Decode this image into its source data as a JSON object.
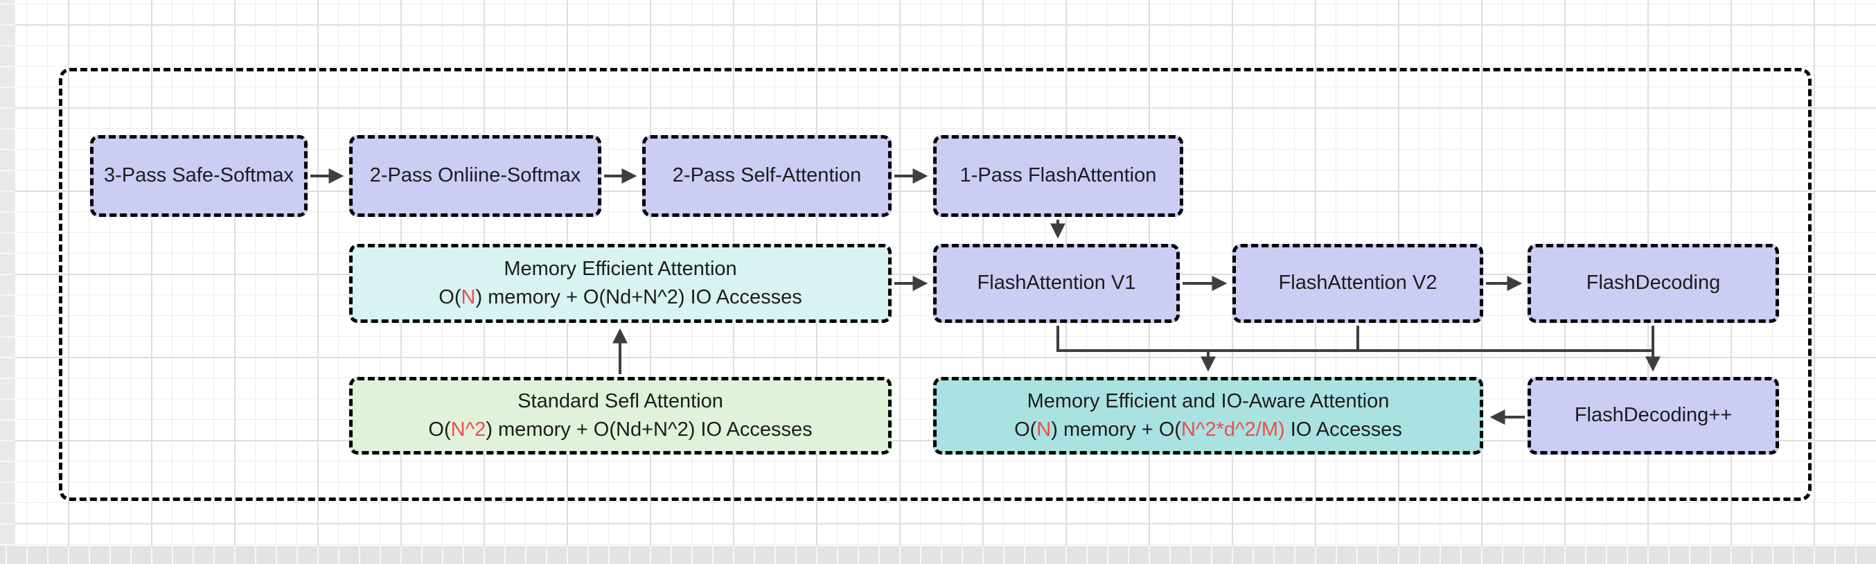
{
  "diagram": {
    "nodes": {
      "safe_softmax": {
        "label": "3-Pass Safe-Softmax"
      },
      "online_softmax": {
        "label": "2-Pass Onliine-Softmax"
      },
      "self_attention_2pass": {
        "label": "2-Pass Self-Attention"
      },
      "flash_attention_1pass": {
        "label": "1-Pass FlashAttention"
      },
      "memory_efficient_attention": {
        "title": "Memory Efficient Attention",
        "formula": [
          {
            "text": "O(",
            "color": "default"
          },
          {
            "text": "N",
            "color": "red"
          },
          {
            "text": ") memory + O(Nd+N^2) IO Accesses",
            "color": "default"
          }
        ]
      },
      "flash_attention_v1": {
        "label": "FlashAttention V1"
      },
      "flash_attention_v2": {
        "label": "FlashAttention V2"
      },
      "flash_decoding": {
        "label": "FlashDecoding"
      },
      "standard_self_attention": {
        "title": "Standard Sefl Attention",
        "formula": [
          {
            "text": "O(",
            "color": "default"
          },
          {
            "text": "N^2",
            "color": "red"
          },
          {
            "text": ") memory + O(Nd+N^2) IO Accesses",
            "color": "default"
          }
        ]
      },
      "memory_efficient_io_aware": {
        "title": "Memory Efficient and IO-Aware Attention",
        "formula": [
          {
            "text": "O(",
            "color": "default"
          },
          {
            "text": "N",
            "color": "red"
          },
          {
            "text": ") memory + O(",
            "color": "default"
          },
          {
            "text": "N^2*d^2/M)",
            "color": "red"
          },
          {
            "text": " IO Accesses",
            "color": "default"
          }
        ]
      },
      "flash_decoding_pp": {
        "label": "FlashDecoding++"
      }
    },
    "edges": [
      {
        "from": "safe_softmax",
        "to": "online_softmax"
      },
      {
        "from": "online_softmax",
        "to": "self_attention_2pass"
      },
      {
        "from": "self_attention_2pass",
        "to": "flash_attention_1pass"
      },
      {
        "from": "flash_attention_1pass",
        "to": "flash_attention_v1"
      },
      {
        "from": "memory_efficient_attention",
        "to": "flash_attention_v1"
      },
      {
        "from": "flash_attention_v1",
        "to": "flash_attention_v2"
      },
      {
        "from": "flash_attention_v2",
        "to": "flash_decoding"
      },
      {
        "from": "standard_self_attention",
        "to": "memory_efficient_attention"
      },
      {
        "from": "flash_attention_v1",
        "to": "memory_efficient_io_aware"
      },
      {
        "from": "flash_attention_v2",
        "to": "memory_efficient_io_aware"
      },
      {
        "from": "flash_decoding",
        "to": "flash_decoding_pp"
      },
      {
        "from": "flash_decoding_pp",
        "to": "memory_efficient_io_aware"
      }
    ],
    "colors": {
      "node_lavender": "#cbcdf3",
      "node_cyan": "#d8f3f2",
      "node_teal": "#aae2e1",
      "node_green": "#e0f2d9",
      "highlight_red": "#ea4f4f",
      "border": "#000000",
      "connector": "#3e3e3e",
      "grid_minor": "#ececec",
      "grid_major": "#dedede",
      "offpage": "#e9e9e9"
    }
  }
}
